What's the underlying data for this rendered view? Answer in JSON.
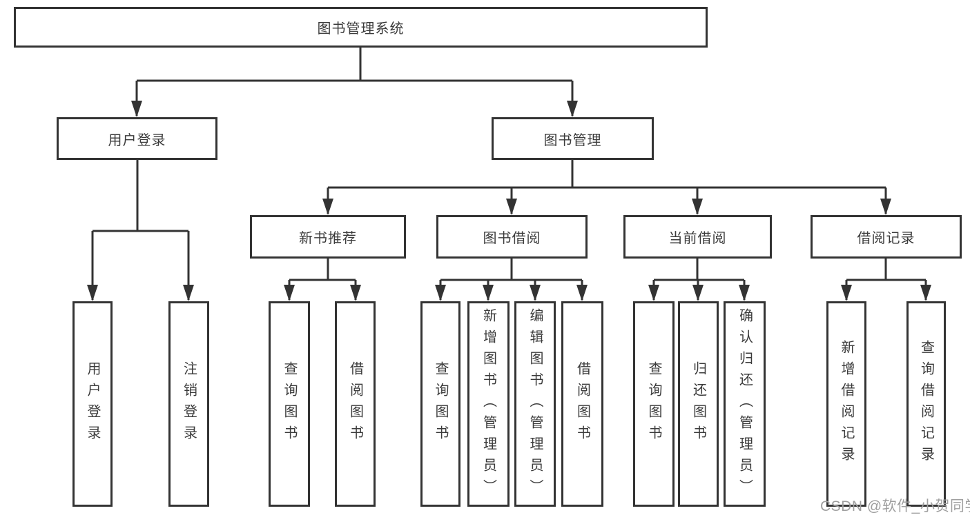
{
  "diagram": {
    "title": "图书管理系统",
    "root": {
      "label": "图书管理系统"
    },
    "user_login": {
      "label": "用户登录",
      "children": [
        "用户登录",
        "注销登录"
      ]
    },
    "book_management": {
      "label": "图书管理"
    },
    "new_book": {
      "label": "新书推荐",
      "children": [
        "查询图书",
        "借阅图书"
      ]
    },
    "book_borrow": {
      "label": "图书借阅",
      "children": [
        "查询图书",
        "新增图书（管理员）",
        "编辑图书（管理员）",
        "借阅图书"
      ]
    },
    "current_borrow": {
      "label": "当前借阅",
      "children": [
        "查询图书",
        "归还图书",
        "确认归还（管理员）"
      ]
    },
    "borrow_record": {
      "label": "借阅记录",
      "children": [
        "新增借阅记录",
        "查询借阅记录"
      ]
    }
  },
  "watermark": {
    "text": "CSDN @软件_小贺同学",
    "color": "#9f9f9f"
  },
  "colors": {
    "line": "#333333",
    "text": "#3b3b3b",
    "background": "#ffffff"
  }
}
